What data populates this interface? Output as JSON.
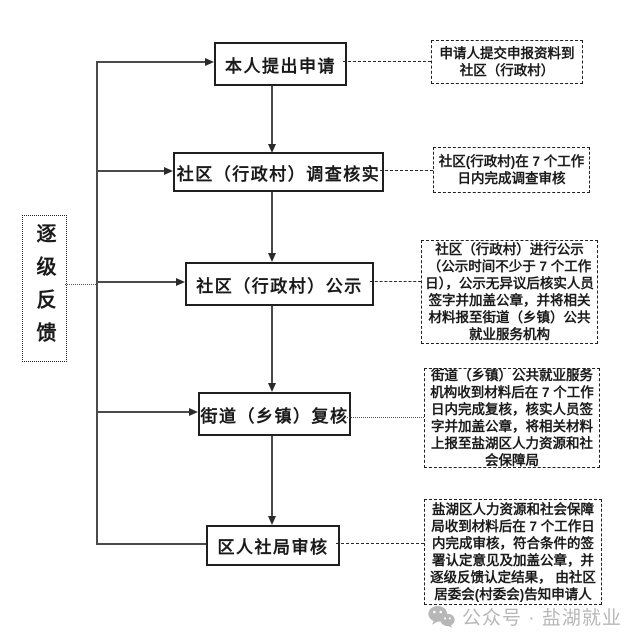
{
  "flowchart": {
    "feedback_label": "逐级反馈",
    "steps": [
      {
        "label": "本人提出申请",
        "note": "申请人提交申报资料到 社区（行政村）"
      },
      {
        "label": "社区（行政村）调查核实",
        "note": "社区(行政村)在 7 个工作 日内完成调查审核"
      },
      {
        "label": "社区（行政村）公示",
        "note": "社区（行政村）进行公示（公示时间不少于 7 个工作日），公示无异议后核实人员签字并加盖公章，并将相关材料报至街道（乡镇）公共就业服务机构"
      },
      {
        "label": "街道（乡镇）复核",
        "note": "街道（乡镇）公共就业服务机构收到材料后在 7 个工作日内完成复核，核实人员签字并加盖公章，将相关材料上报至盐湖区人力资源和社会保障局"
      },
      {
        "label": "区人社局审核",
        "note": "盐湖区人力资源和社会保障局收到材料后在 7 个工作日内完成审核，符合条件的签署认定意见及加盖公章，并逐级反馈认定结果， 由社区居委会(村委会)告知申请人"
      }
    ]
  },
  "watermark": {
    "icon": "wechat-icon",
    "text": "公众号 · 盐湖就业"
  },
  "colors": {
    "line": "#4a4a4a",
    "box_border": "#1f1f1f",
    "text": "#1a1a1a",
    "watermark": "#b7b7b7",
    "background": "#ffffff"
  }
}
